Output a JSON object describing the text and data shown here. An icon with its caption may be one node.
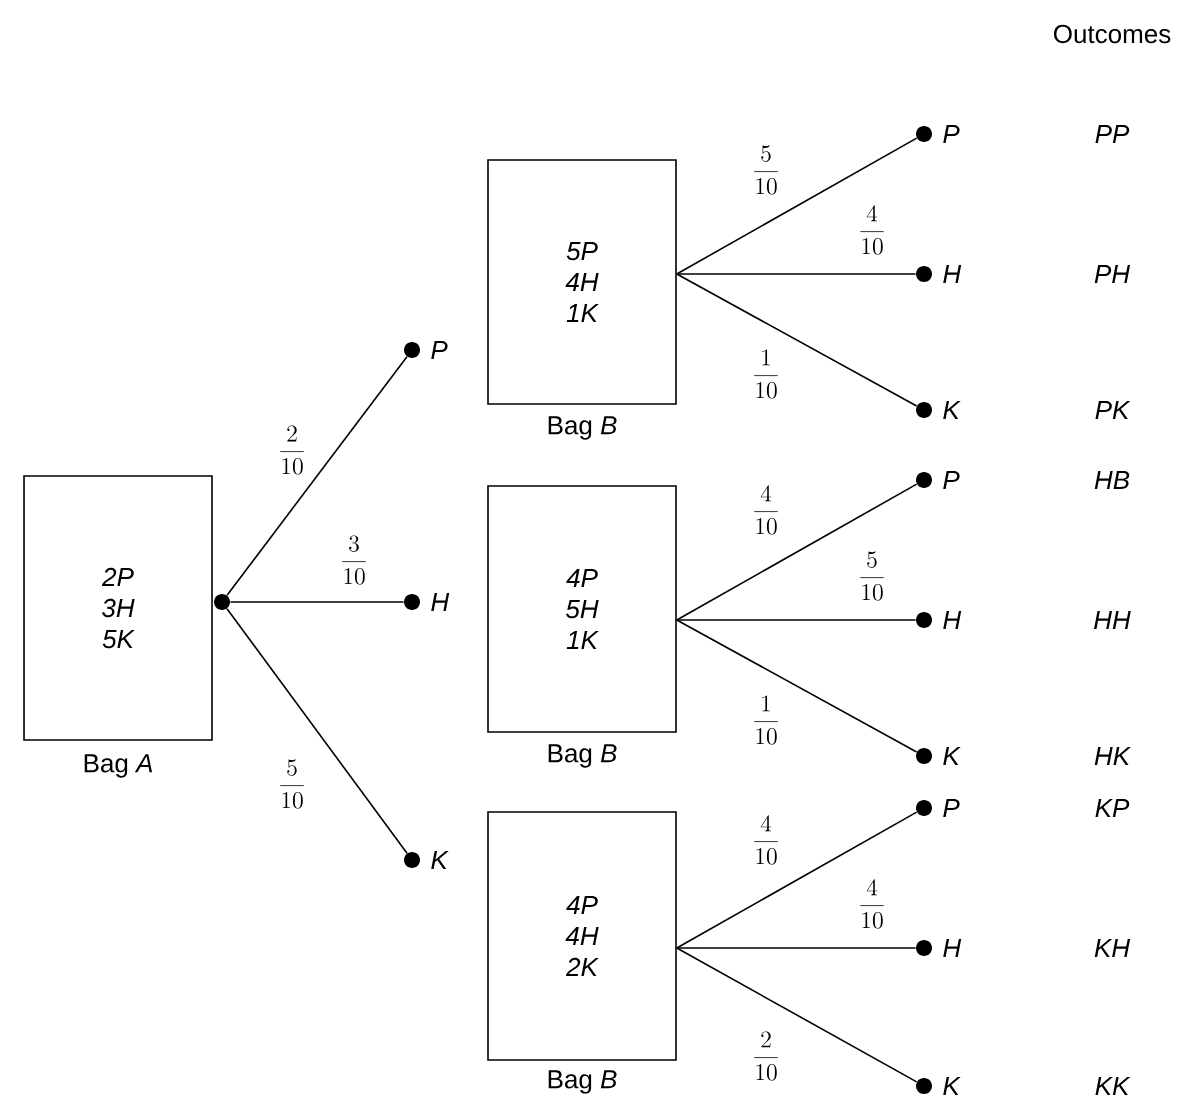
{
  "diagram": {
    "nodes": [
      {
        "text": [
          "2P 3H 5K",
          "Bag *A*"
        ]
      },
      {
        "text": [],
        "shape": "circle"
      },
      {
        "text": [],
        "shape": "circle",
        "beside": [
          "P"
        ]
      },
      {
        "text": [],
        "shape": "circle",
        "beside": [
          "H"
        ]
      },
      {
        "text": [],
        "shape": "circle",
        "beside": [
          "K"
        ]
      },
      {
        "text": [
          "5P 4H 1K",
          "Bag *B*"
        ]
      },
      {
        "text": [
          "4P 5H 1K",
          "Bag *B*"
        ]
      },
      {
        "text": [
          "4P 4H 2K",
          "Bag *B*"
        ]
      },
      {
        "text": [],
        "shape": "circle",
        "beside": [
          "P"
        ]
      },
      {
        "text": [],
        "shape": "circle",
        "beside": [
          "H"
        ]
      },
      {
        "text": [],
        "shape": "circle",
        "beside": [
          "K"
        ]
      },
      {
        "text": [],
        "shape": "circle",
        "beside": [
          "P"
        ]
      },
      {
        "text": [],
        "shape": "circle",
        "beside": [
          "H"
        ]
      },
      {
        "text": [],
        "shape": "circle",
        "beside": [
          "K"
        ]
      },
      {
        "text": [],
        "shape": "circle",
        "beside": [
          "P"
        ]
      },
      {
        "text": [],
        "shape": "circle",
        "beside": [
          "H"
        ]
      },
      {
        "text": [],
        "shape": "circle",
        "beside": [
          "K"
        ]
      }
    ],
    "edges": [
      {
        "from": 1,
        "to": 2,
        "arrow": "none",
        "label": "\\frac{2}{10}"
      },
      {
        "from": 1,
        "to": 3,
        "arrow": "none",
        "label": "\\frac{3}{10}"
      },
      {
        "from": 1,
        "to": 4,
        "arrow": "none",
        "label": "\\frac{5}{10}"
      },
      {
        "from": 5,
        "to": 8,
        "arrow": "none",
        "label": "\\frac{5}{10}"
      },
      {
        "from": 5,
        "to": 9,
        "arrow": "none",
        "label": "\\frac{4}{10}"
      },
      {
        "from": 5,
        "to": 10,
        "arrow": "none",
        "label": "\\frac{1}{10}"
      },
      {
        "from": 6,
        "to": 11,
        "arrow": "none",
        "label": "\\frac{4}{10}"
      },
      {
        "from": 6,
        "to": 12,
        "arrow": "none",
        "label": "\\frac{5}{10}"
      },
      {
        "from": 6,
        "to": 13,
        "arrow": "none",
        "label": "\\frac{1}{10}"
      },
      {
        "from": 7,
        "to": 14,
        "arrow": "none",
        "label": "\\frac{4}{10}"
      },
      {
        "from": 7,
        "to": 15,
        "arrow": "none",
        "label": "\\frac{4}{10}"
      },
      {
        "from": 7,
        "to": 16,
        "arrow": "none",
        "label": "\\frac{2}{10}"
      }
    ],
    "labels": [
      "Outcomes",
      "PP",
      "PH",
      "PK",
      "HB",
      "HH",
      "HK",
      "KP",
      "KH",
      "KK"
    ]
  }
}
